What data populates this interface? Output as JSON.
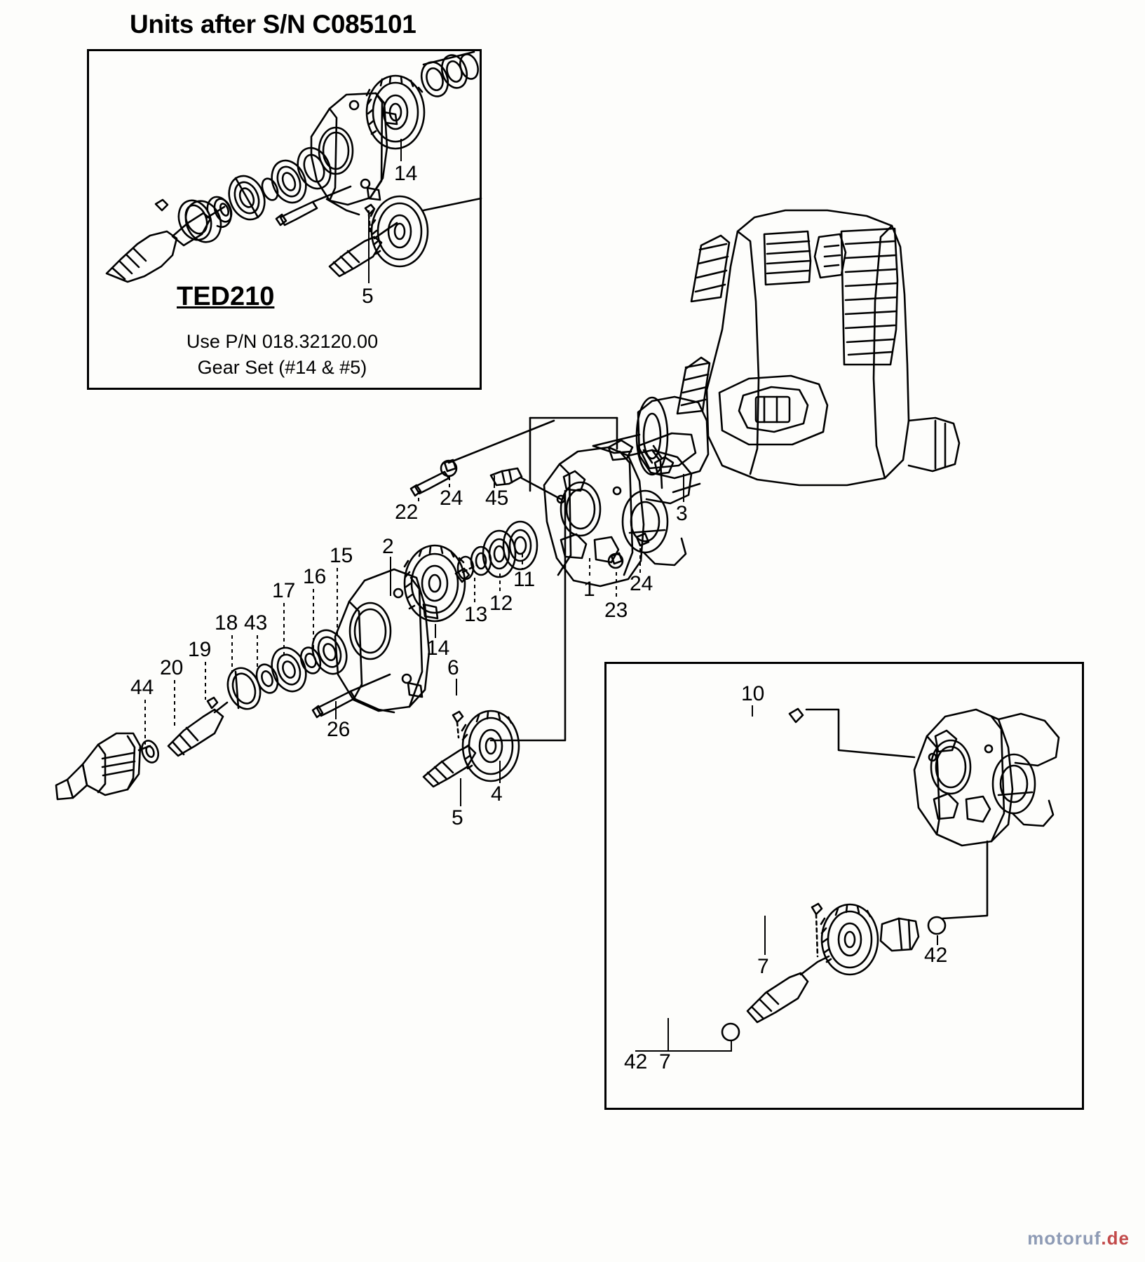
{
  "page": {
    "title": "Units after S/N C085101",
    "background_color": "#fdfdfb",
    "ink_color": "#000000"
  },
  "inset_top": {
    "model": "TED210",
    "note_line1": "Use P/N 018.32120.00",
    "note_line2": "Gear Set (#14 & #5)",
    "callouts": [
      {
        "label": "14"
      },
      {
        "label": "5"
      }
    ]
  },
  "inset_bottom": {
    "callouts": [
      {
        "label": "10"
      },
      {
        "label": "42"
      },
      {
        "label": "7"
      },
      {
        "label": "42"
      },
      {
        "label": "7"
      }
    ]
  },
  "main": {
    "callouts": [
      {
        "label": "22"
      },
      {
        "label": "24"
      },
      {
        "label": "45"
      },
      {
        "label": "3"
      },
      {
        "label": "2"
      },
      {
        "label": "15"
      },
      {
        "label": "16"
      },
      {
        "label": "17"
      },
      {
        "label": "43"
      },
      {
        "label": "18"
      },
      {
        "label": "19"
      },
      {
        "label": "20"
      },
      {
        "label": "44"
      },
      {
        "label": "14"
      },
      {
        "label": "13"
      },
      {
        "label": "12"
      },
      {
        "label": "11"
      },
      {
        "label": "1"
      },
      {
        "label": "23"
      },
      {
        "label": "24"
      },
      {
        "label": "26"
      },
      {
        "label": "6"
      },
      {
        "label": "5"
      },
      {
        "label": "4"
      }
    ]
  },
  "watermark": {
    "brand": "motoruf",
    "suffix": ".de"
  }
}
